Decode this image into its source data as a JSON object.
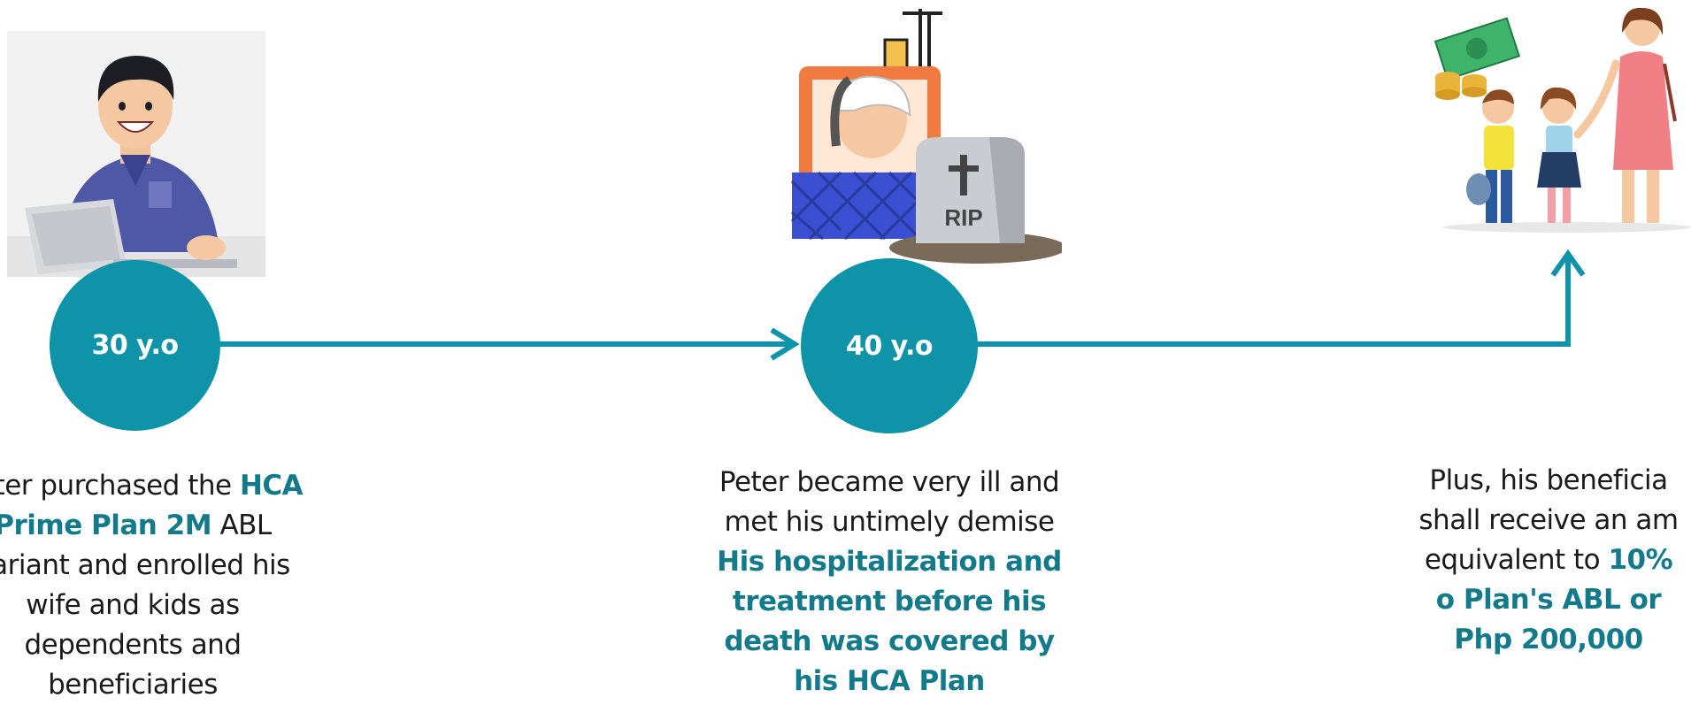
{
  "colors": {
    "accent": "#0e93a8",
    "highlight": "#137a8c",
    "text": "#1a1a1a"
  },
  "milestones": [
    {
      "age": "30 y.o",
      "illustration": "man-at-laptop",
      "text": [
        {
          "t": "Peter purchased the ",
          "hl": false
        },
        {
          "t": "HCA Prime Plan 2M",
          "hl": true
        },
        {
          "t": " ABL variant and enrolled his wife and kids as dependents and beneficiaries",
          "hl": false
        }
      ]
    },
    {
      "age": "40 y.o",
      "illustration": "hospital-bed-and-tombstone",
      "tombstone_text": "RIP",
      "text": [
        {
          "t": "Peter became very ill and met his untimely demise ",
          "hl": false
        },
        {
          "t": "His hospitalization and treatment  before his death was covered by his HCA Plan",
          "hl": true
        }
      ]
    },
    {
      "illustration": "family-with-money",
      "text": [
        {
          "t": "Plus, his beneficia shall receive an am equivalent to ",
          "hl": false
        },
        {
          "t": "10% o Plan's ABL or Php 200,000",
          "hl": true
        }
      ]
    }
  ]
}
